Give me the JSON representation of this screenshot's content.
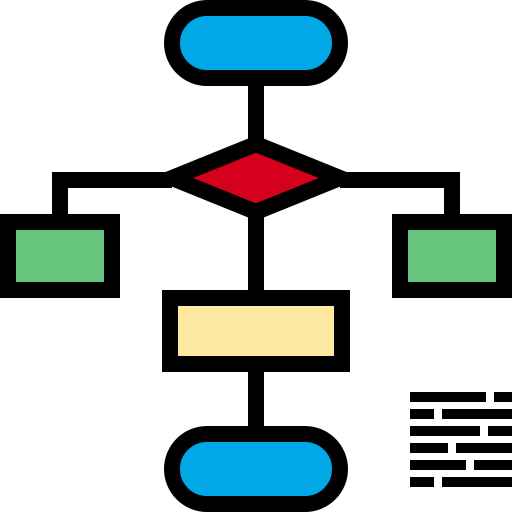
{
  "icon": {
    "name": "flowchart-icon",
    "colors": {
      "outline": "#000000",
      "terminal": "#00a8e8",
      "decision": "#d5001c",
      "branch": "#66c47c",
      "process": "#fde8a0",
      "background": "#ffffff"
    },
    "shapes": [
      {
        "name": "start-terminal",
        "kind": "terminal"
      },
      {
        "name": "decision-diamond",
        "kind": "decision"
      },
      {
        "name": "left-branch-box",
        "kind": "branch"
      },
      {
        "name": "right-branch-box",
        "kind": "branch"
      },
      {
        "name": "process-box",
        "kind": "process"
      },
      {
        "name": "end-terminal",
        "kind": "terminal"
      }
    ],
    "text_lines_icon": "striped-text-lines-icon"
  }
}
